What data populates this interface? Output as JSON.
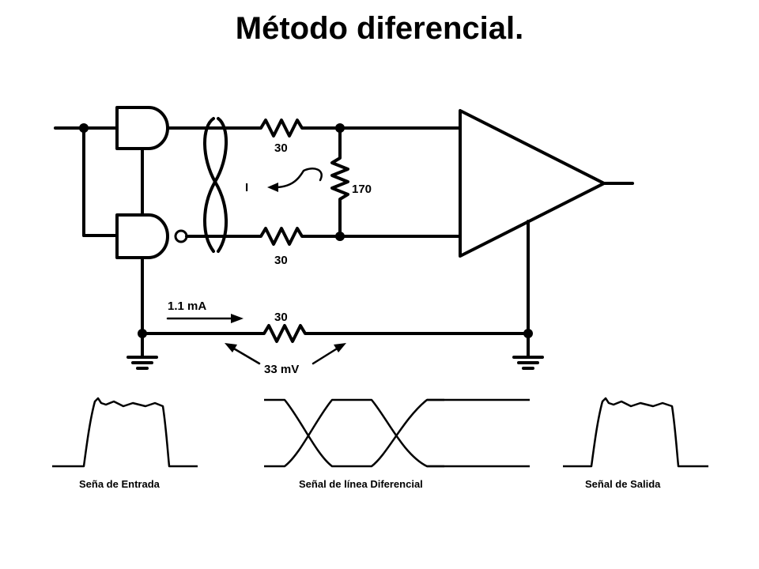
{
  "title": "Método diferencial.",
  "labels": {
    "r_top": "30",
    "r_bottom": "30",
    "r_ground": "30",
    "r_terminator": "170",
    "current": "I",
    "ground_current": "1.1 mA",
    "ground_voltage": "33 mV"
  },
  "captions": {
    "input": "Seña de Entrada",
    "differential": "Señal de línea Diferencial",
    "output": "Señal de Salida"
  }
}
